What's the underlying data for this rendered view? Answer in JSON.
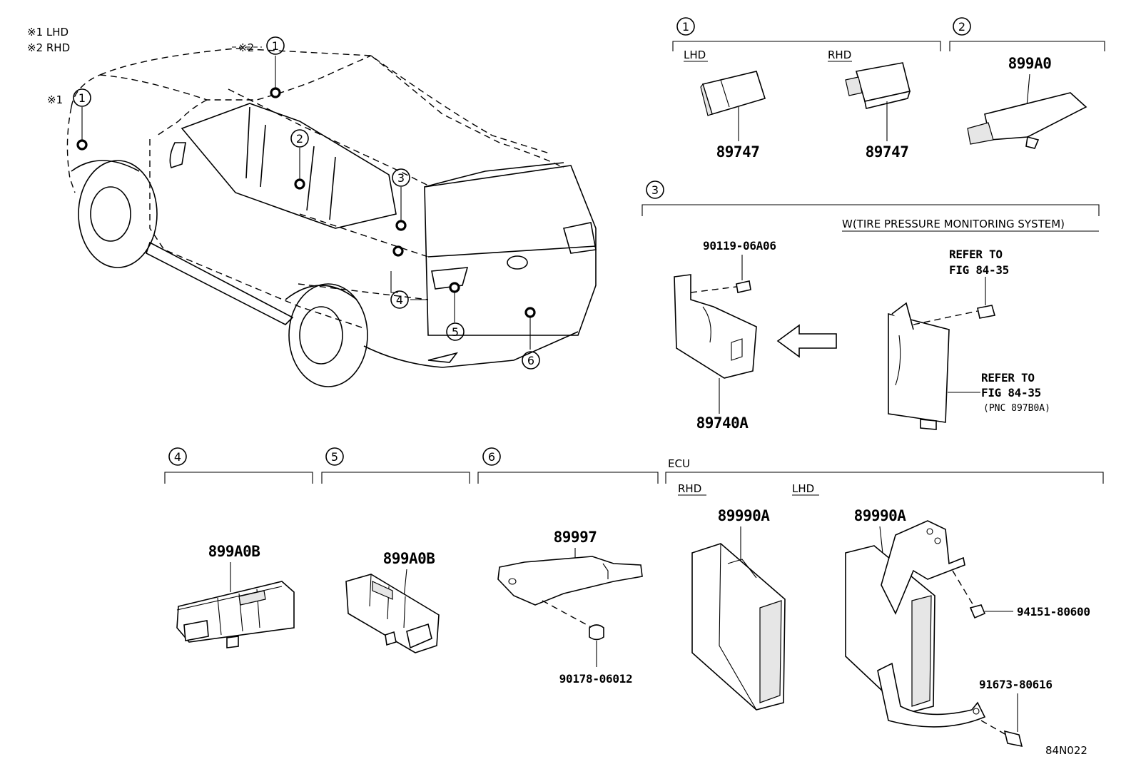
{
  "legend": {
    "note1": "※1 LHD",
    "note2": "※2 RHD"
  },
  "vehicle": {
    "mark1": "※1",
    "mark2": "※2",
    "callouts": [
      "1",
      "1",
      "2",
      "3",
      "4",
      "5",
      "6"
    ]
  },
  "groups": {
    "g1": {
      "num": "1",
      "lhd": "LHD",
      "rhd": "RHD",
      "part_lhd": "89747",
      "part_rhd": "89747"
    },
    "g2": {
      "num": "2",
      "part": "899A0"
    },
    "g3": {
      "num": "3",
      "option": "W(TIRE PRESSURE MONITORING SYSTEM)",
      "bolt": "90119-06A06",
      "bracket": "89740A",
      "refer1": "REFER TO",
      "refer1_fig": "FIG 84-35",
      "refer2": "REFER TO",
      "refer2_fig": "FIG 84-35",
      "refer2_pnc": "(PNC 897B0A)"
    },
    "g4": {
      "num": "4",
      "part": "899A0B"
    },
    "g5": {
      "num": "5",
      "part": "899A0B"
    },
    "g6": {
      "num": "6",
      "part": "89997",
      "clip": "90178-06012"
    },
    "ecu": {
      "title": "ECU",
      "rhd": "RHD",
      "lhd": "LHD",
      "part_rhd": "89990A",
      "part_lhd": "89990A",
      "nut": "94151-80600",
      "bolt": "91673-80616"
    }
  },
  "figure_code": "84N022"
}
